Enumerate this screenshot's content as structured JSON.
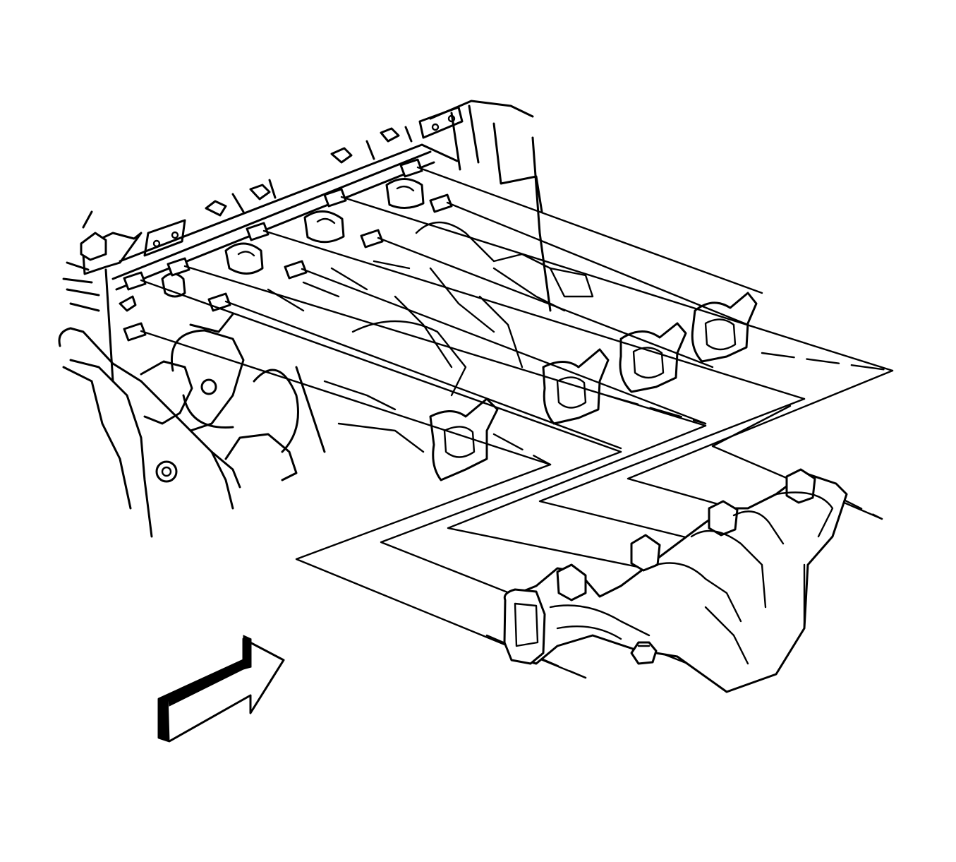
{
  "diagram": {
    "type": "exploded-assembly-line-drawing",
    "colors": {
      "line": "#000000",
      "background": "#ffffff"
    },
    "components": [
      "engine-block",
      "cylinder-head-mounting-flange",
      "exhaust-manifold-studs",
      "exhaust-manifold",
      "manifold-gaskets",
      "view-direction-arrow"
    ],
    "stud_count": 8,
    "port_count": 4
  }
}
